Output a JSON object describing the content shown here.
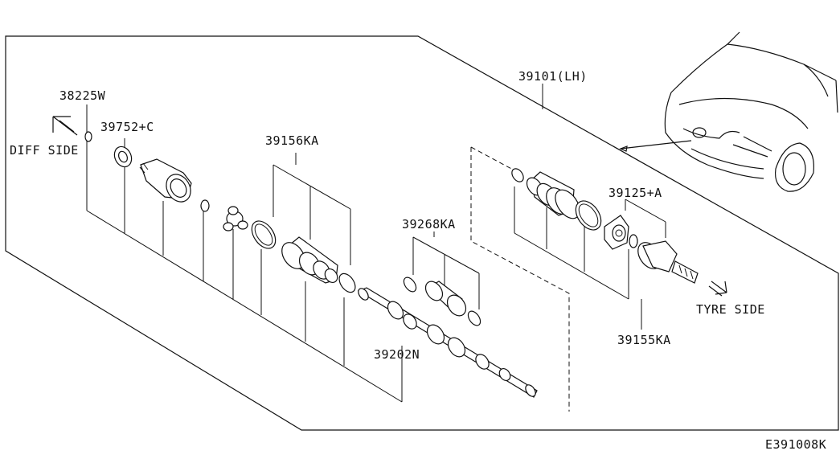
{
  "labels": {
    "p38225": "38225W",
    "p39752": "39752+C",
    "diff_side": "DIFF SIDE",
    "p39156": "39156KA",
    "p39101": "39101(LH)",
    "p39268": "39268KA",
    "p39125": "39125+A",
    "tyre_side": "TYRE SIDE",
    "p39202": "39202N",
    "p39155": "39155KA",
    "ref": "E391008K"
  },
  "icons": {
    "diff_arrow": "arrow-up-left-icon",
    "tyre_arrow": "arrow-down-right-icon"
  }
}
